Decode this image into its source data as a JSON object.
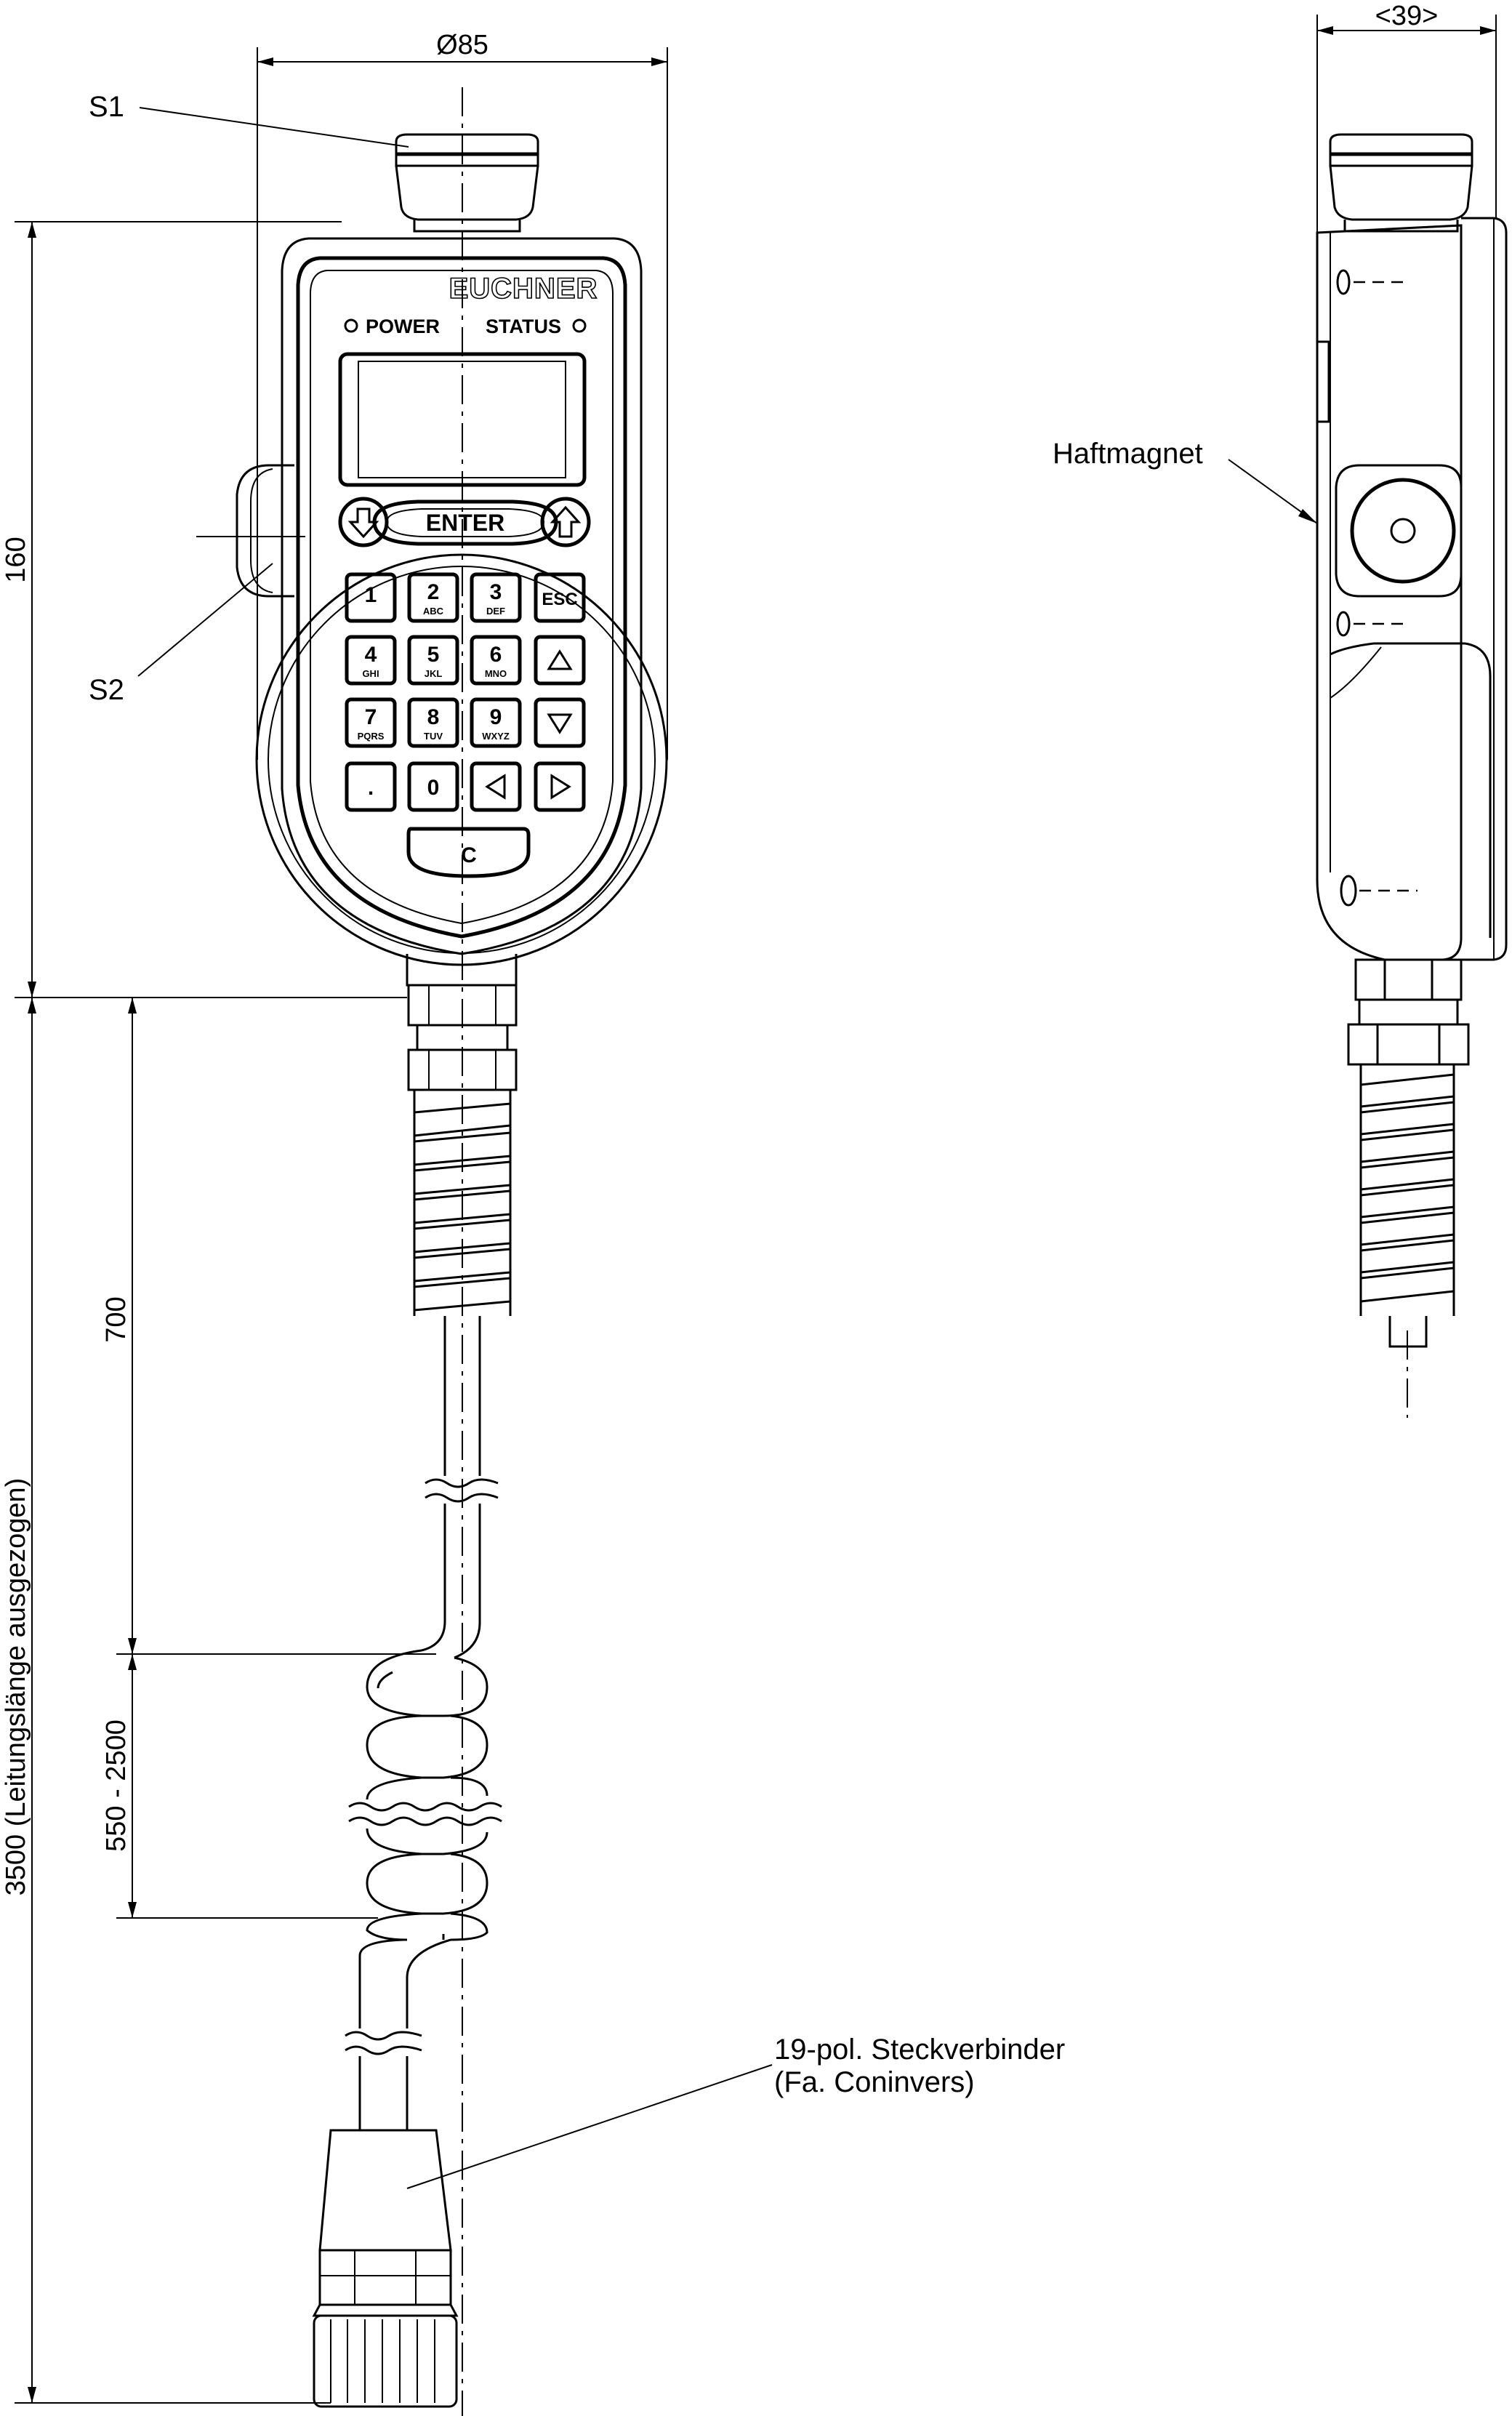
{
  "dimensions": {
    "diameter": "Ø85",
    "width_side": "<39>",
    "height_device": "160",
    "cable_total": "3500 (Leitungslänge ausgezogen)",
    "cable_straight": "700",
    "cable_coil": "550 - 2500"
  },
  "labels": {
    "s1": "S1",
    "s2": "S2",
    "magnet": "Haftmagnet",
    "connector_line1": "19-pol. Steckverbinder",
    "connector_line2": "(Fa. Coninvers)"
  },
  "device": {
    "brand": "EUCHNER",
    "power_label": "POWER",
    "status_label": "STATUS",
    "enter_label": "ENTER",
    "esc_label": "ESC",
    "clear_label": "C",
    "dot_label": ".",
    "keys": [
      {
        "main": "1",
        "sub": ""
      },
      {
        "main": "2",
        "sub": "ABC"
      },
      {
        "main": "3",
        "sub": "DEF"
      },
      {
        "main": "4",
        "sub": "GHI"
      },
      {
        "main": "5",
        "sub": "JKL"
      },
      {
        "main": "6",
        "sub": "MNO"
      },
      {
        "main": "7",
        "sub": "PQRS"
      },
      {
        "main": "8",
        "sub": "TUV"
      },
      {
        "main": "9",
        "sub": "WXYZ"
      },
      {
        "main": "0",
        "sub": ""
      }
    ]
  }
}
